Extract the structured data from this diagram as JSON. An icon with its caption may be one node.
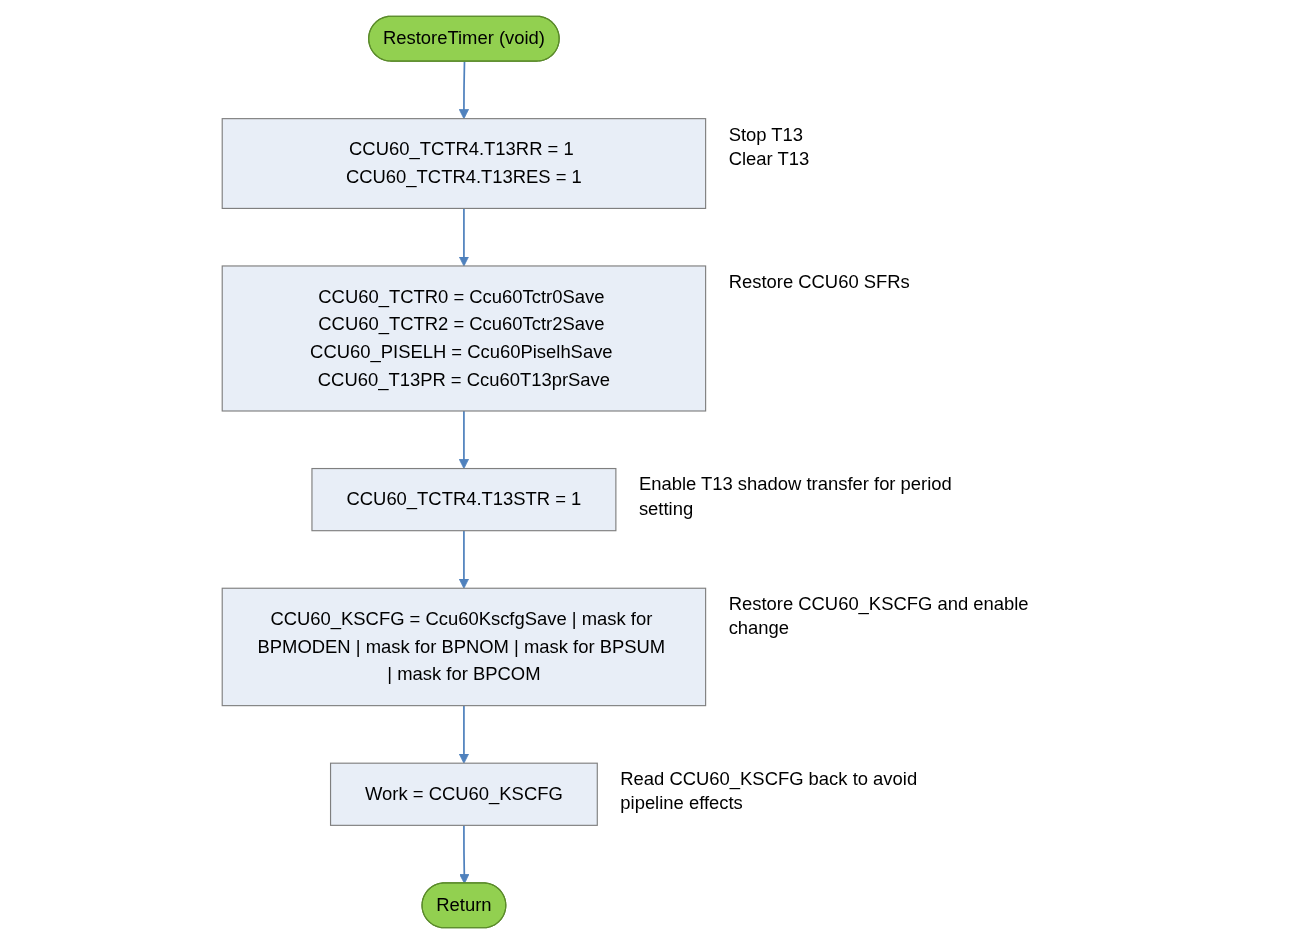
{
  "diagram": {
    "nodes": [
      {
        "text": [
          "RestoreTimer (void)"
        ]
      },
      {
        "text": [
          "CCU60_TCTR4.T13RR = 1 CCU60_TCTR4.T13RES = 1"
        ],
        "beside": [
          "Stop T13",
          "Clear T13"
        ]
      },
      {
        "text": [
          "CCU60_TCTR0 = Ccu60Tctr0Save CCU60_TCTR2 = Ccu60Tctr2Save CCU60_PISELH = Ccu60PiselhSave CCU60_T13PR = Ccu60T13prSave"
        ],
        "beside": [
          "Restore CCU60 SFRs"
        ]
      },
      {
        "text": [
          "CCU60_TCTR4.T13STR = 1"
        ],
        "beside": [
          "Enable T13 shadow transfer for period setting"
        ]
      },
      {
        "text": [
          "CCU60_KSCFG = Ccu60KscfgSave | mask for BPMODEN | mask for BPNOM | mask for BPSUM | mask for BPCOM"
        ],
        "beside": [
          "Restore CCU60_KSCFG and enable change"
        ]
      },
      {
        "text": [
          "Work = CCU60_KSCFG"
        ],
        "beside": [
          "Read CCU60_KSCFG back to avoid pipeline effects"
        ]
      },
      {
        "text": [
          "Return"
        ]
      }
    ],
    "edges": [
      {
        "from": 0,
        "to": 1,
        "arrow": "to"
      },
      {
        "from": 1,
        "to": 2,
        "arrow": "to"
      },
      {
        "from": 2,
        "to": 3,
        "arrow": "to"
      },
      {
        "from": 3,
        "to": 4,
        "arrow": "to"
      },
      {
        "from": 4,
        "to": 5,
        "arrow": "to"
      },
      {
        "from": 5,
        "to": 6,
        "arrow": "to"
      }
    ]
  }
}
